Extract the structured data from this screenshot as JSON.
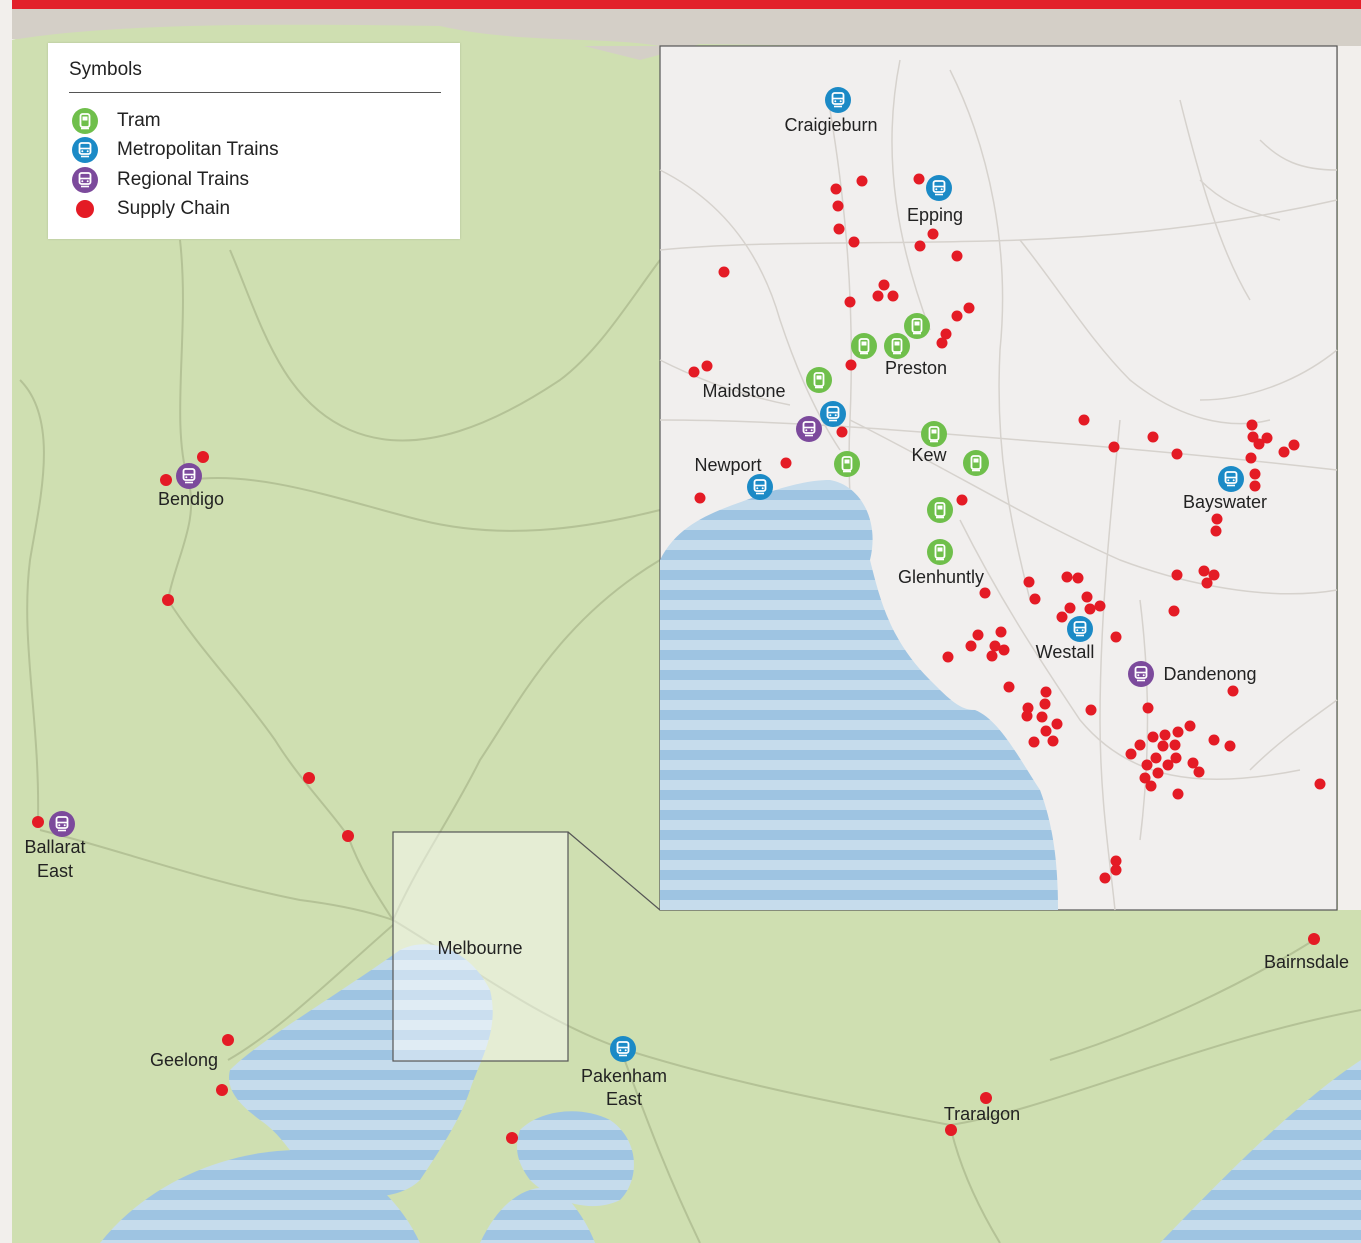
{
  "colors": {
    "land": "#cfdfb1",
    "inset_land": "#f1efee",
    "water_light": "#c6dcec",
    "water_dark": "#9ec4e2",
    "road": "#b4c296",
    "inset_road": "#d6d2cd",
    "top_bar": "#e2202a",
    "tram": "#6fbf4b",
    "metro": "#1b8ac6",
    "regional": "#7c4a9c",
    "supply": "#e41b25"
  },
  "legend": {
    "title": "Symbols",
    "items": [
      {
        "label": "Tram",
        "type": "tram"
      },
      {
        "label": "Metropolitan Trains",
        "type": "metro"
      },
      {
        "label": "Regional Trains",
        "type": "regional"
      },
      {
        "label": "Supply Chain",
        "type": "supply"
      }
    ]
  },
  "places": {
    "craigieburn": "Craigieburn",
    "epping": "Epping",
    "preston": "Preston",
    "maidstone": "Maidstone",
    "newport": "Newport",
    "kew": "Kew",
    "bayswater": "Bayswater",
    "glenhuntly": "Glenhuntly",
    "westall": "Westall",
    "dandenong": "Dandenong",
    "bendigo": "Bendigo",
    "ballarat_1": "Ballarat",
    "ballarat_2": "East",
    "melbourne": "Melbourne",
    "geelong": "Geelong",
    "pakenham_1": "Pakenham",
    "pakenham_2": "East",
    "traralgon": "Traralgon",
    "bairnsdale": "Bairnsdale"
  }
}
